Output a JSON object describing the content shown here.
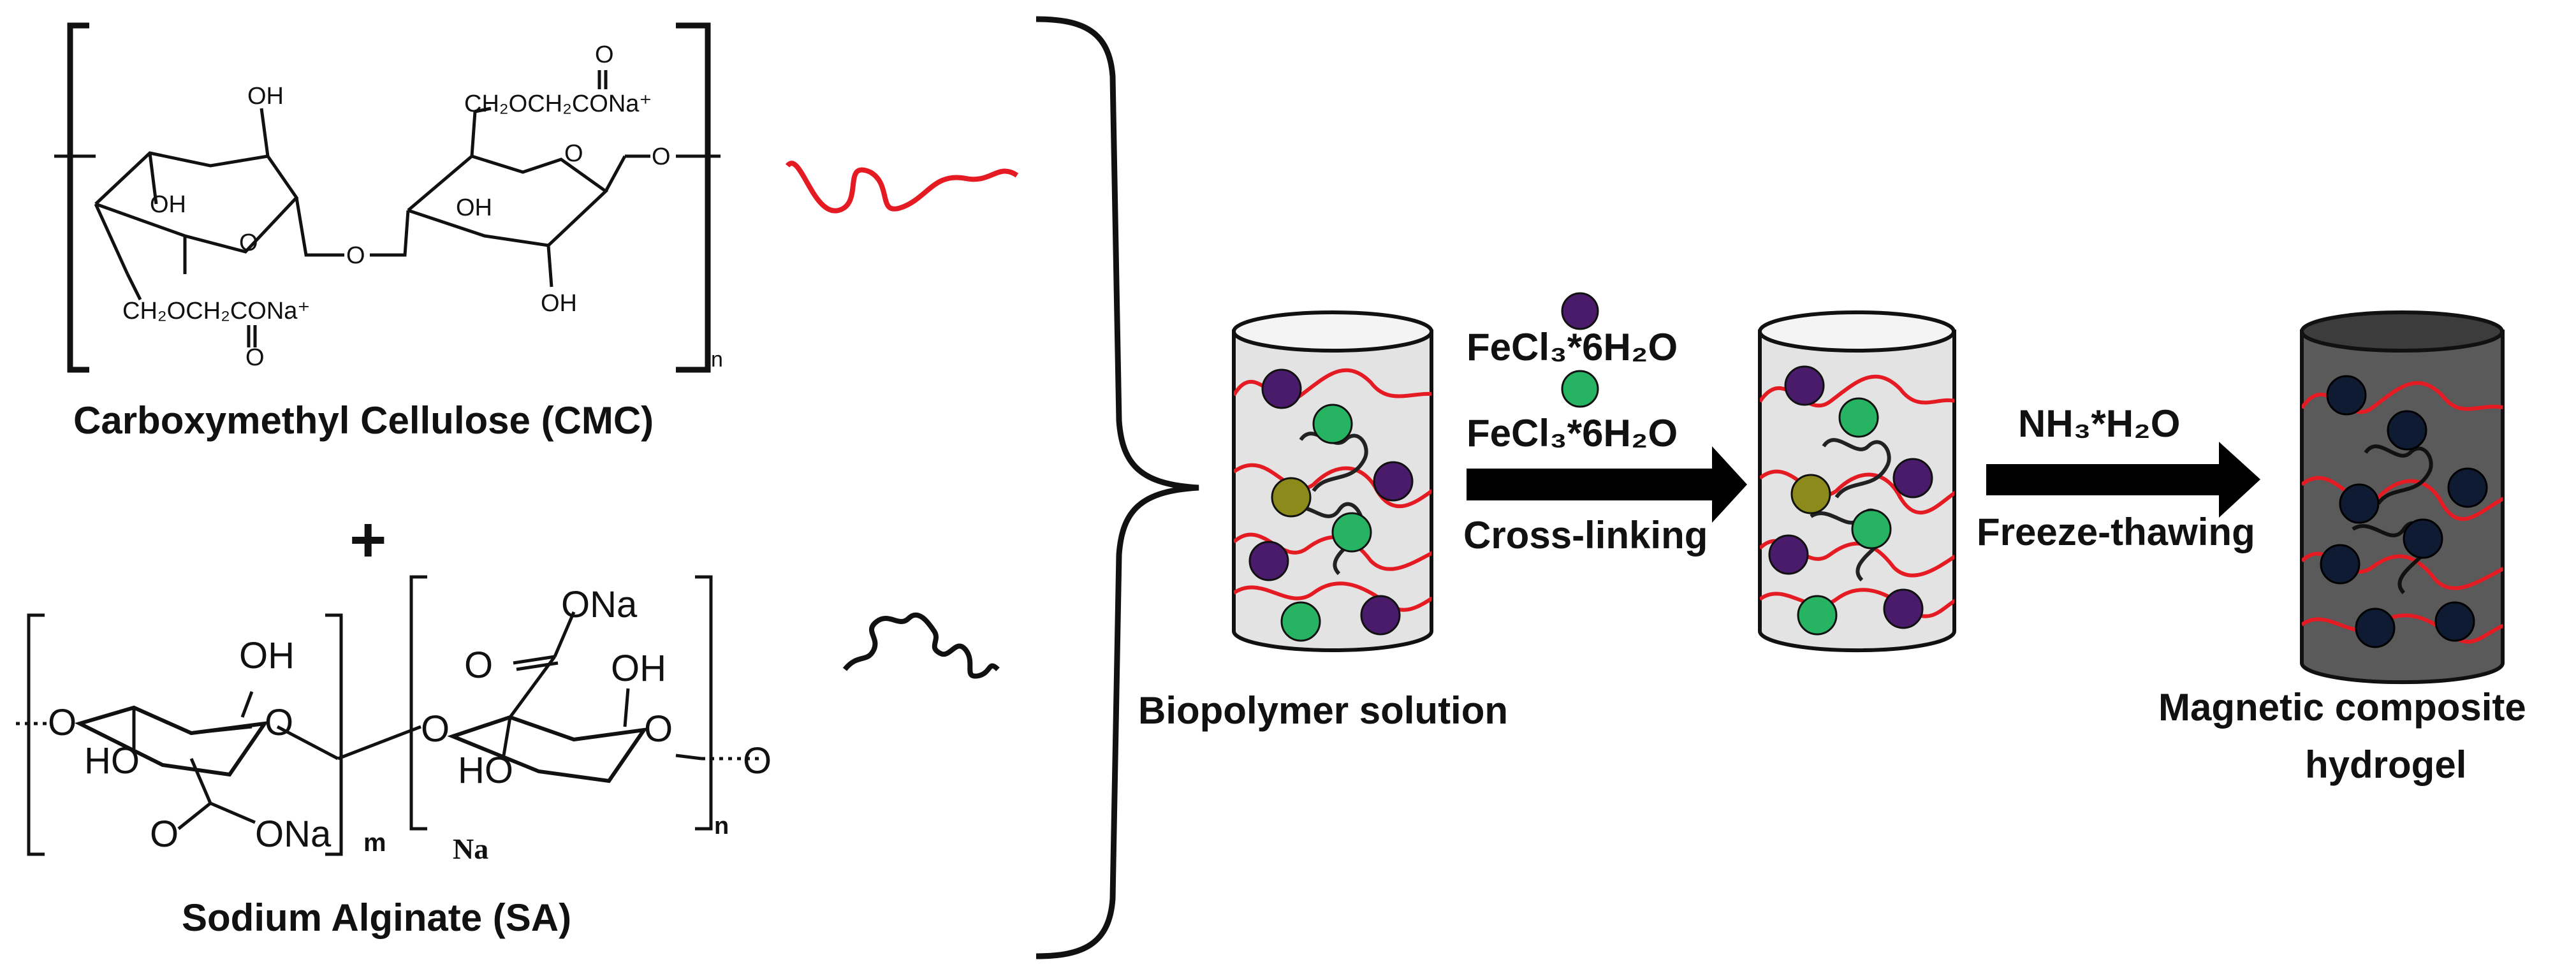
{
  "cmc": {
    "title": "Carboxymethyl Cellulose (CMC)",
    "oh1": "OH",
    "oh2": "OH",
    "oh3": "OH",
    "oh4": "OH",
    "ring_o1": "O",
    "ring_o2": "O",
    "bridge_o": "O",
    "end_o": "O",
    "carbonyl_o1": "O",
    "carbonyl_o2": "O",
    "side_chain_top": "CH₂OCH₂CONa⁺",
    "side_chain_bottom": "CH₂OCH₂CONa⁺",
    "repeat_n": "n"
  },
  "plus": "+",
  "sa": {
    "title": "Sodium Alginate (SA)",
    "oh1": "OH",
    "oh2": "OH",
    "ho1": "HO",
    "ho2": "HO",
    "o_labels": [
      "O",
      "O",
      "O",
      "O",
      "O",
      "O",
      "O"
    ],
    "ona1": "ONa",
    "ona2": "ONa",
    "na": "Na",
    "repeat_m": "m",
    "repeat_n": "n"
  },
  "step1": {
    "reagent_top": "FeCl₃*6H₂O",
    "reagent_mid": "FeCl₃*6H₂O",
    "label": "Cross-linking"
  },
  "step2": {
    "reagent": "NH₃*H₂O",
    "label": "Freeze-thawing"
  },
  "container1_label": "Biopolymer solution",
  "container3_label_line1": "Magnetic composite",
  "container3_label_line2": "hydrogel",
  "colors": {
    "cmc_chain": "#e41b23",
    "sa_chain": "#111111",
    "purple_ion": "#4a1a6b",
    "green_ion": "#27b462",
    "olive_ion": "#8c8a1a",
    "dark_ion": "#0f1a33",
    "container_light": "#e3e3e3",
    "container_dark": "#5a5a5a",
    "arrow": "#000000"
  }
}
